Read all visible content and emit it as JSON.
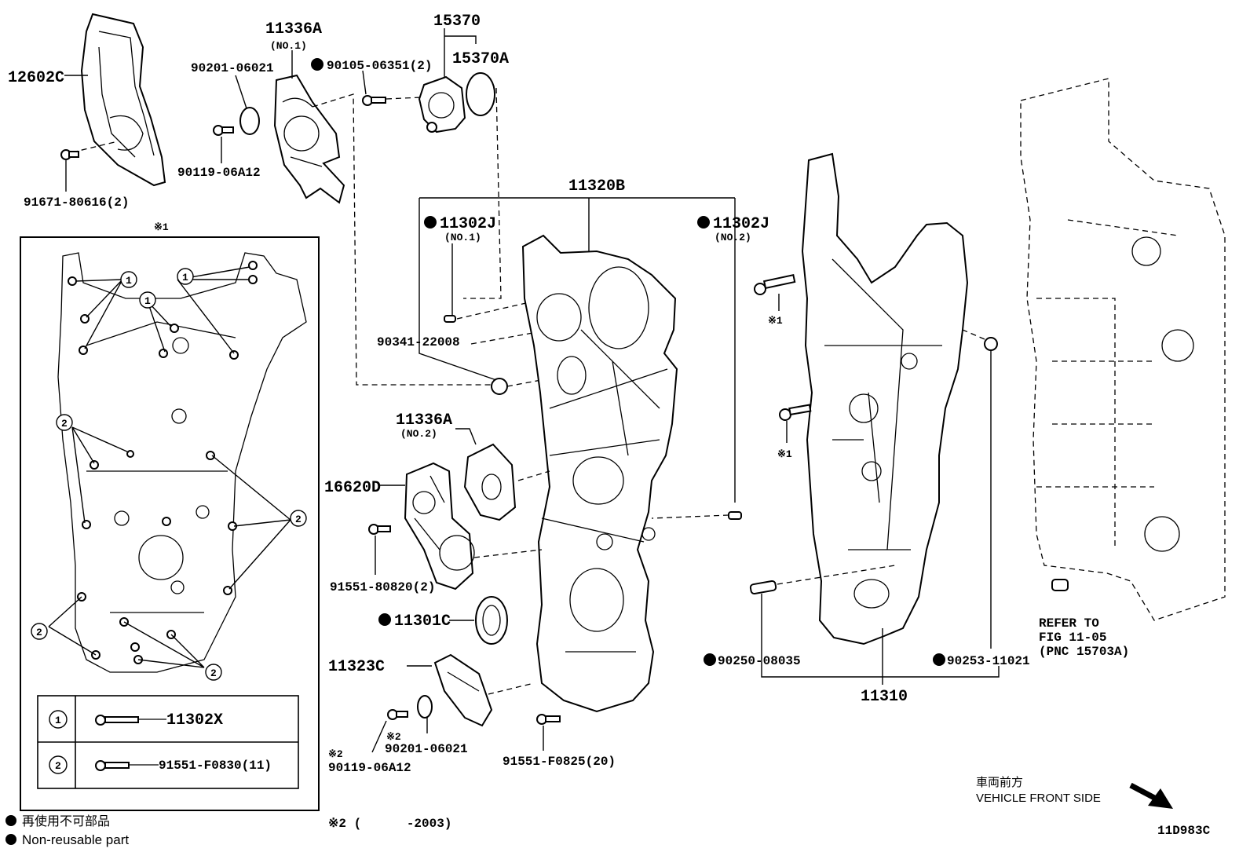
{
  "diagram_code": "11D983C",
  "callouts": {
    "p12602C": "12602C",
    "p11336A_1": "11336A",
    "p11336A_1_sub": "(NO.1)",
    "p90201_06021_a": "90201-06021",
    "p90105": "90105-06351(2)",
    "p15370": "15370",
    "p15370A": "15370A",
    "p90119_a": "90119-06A12",
    "p91671": "91671-80616(2)",
    "p11320B": "11320B",
    "p11302J_1": "11302J",
    "p11302J_1_sub": "(NO.1)",
    "p11302J_2": "11302J",
    "p11302J_2_sub": "(NO.2)",
    "p90341": "90341-22008",
    "p11336A_2": "11336A",
    "p11336A_2_sub": "(NO.2)",
    "p16620D": "16620D",
    "p91551_80820": "91551-80820(2)",
    "p11301C": "11301C",
    "p11323C": "11323C",
    "p90201_06021_b": "90201-06021",
    "p90119_b": "90119-06A12",
    "p91551_F0825": "91551-F0825(20)",
    "p90250": "90250-08035",
    "p90253": "90253-11021",
    "p11310": "11310"
  },
  "marks": {
    "note1": "※1",
    "note2": "※2",
    "note2_prefix": "※2",
    "note2_range": "※2 (      -2003)"
  },
  "inset_table": [
    {
      "index": "1",
      "part": "11302X"
    },
    {
      "index": "2",
      "part": "91551-F0830(11)"
    }
  ],
  "inset_circle_labels": {
    "one": "1",
    "two": "2"
  },
  "refer": {
    "line1": "REFER TO",
    "line2": "FIG 11-05",
    "line3": "(PNC 15703A)"
  },
  "legend": {
    "jp": "再使用不可部品",
    "en": "Non-reusable part"
  },
  "direction": {
    "jp": "車両前方",
    "en": "VEHICLE FRONT SIDE"
  }
}
